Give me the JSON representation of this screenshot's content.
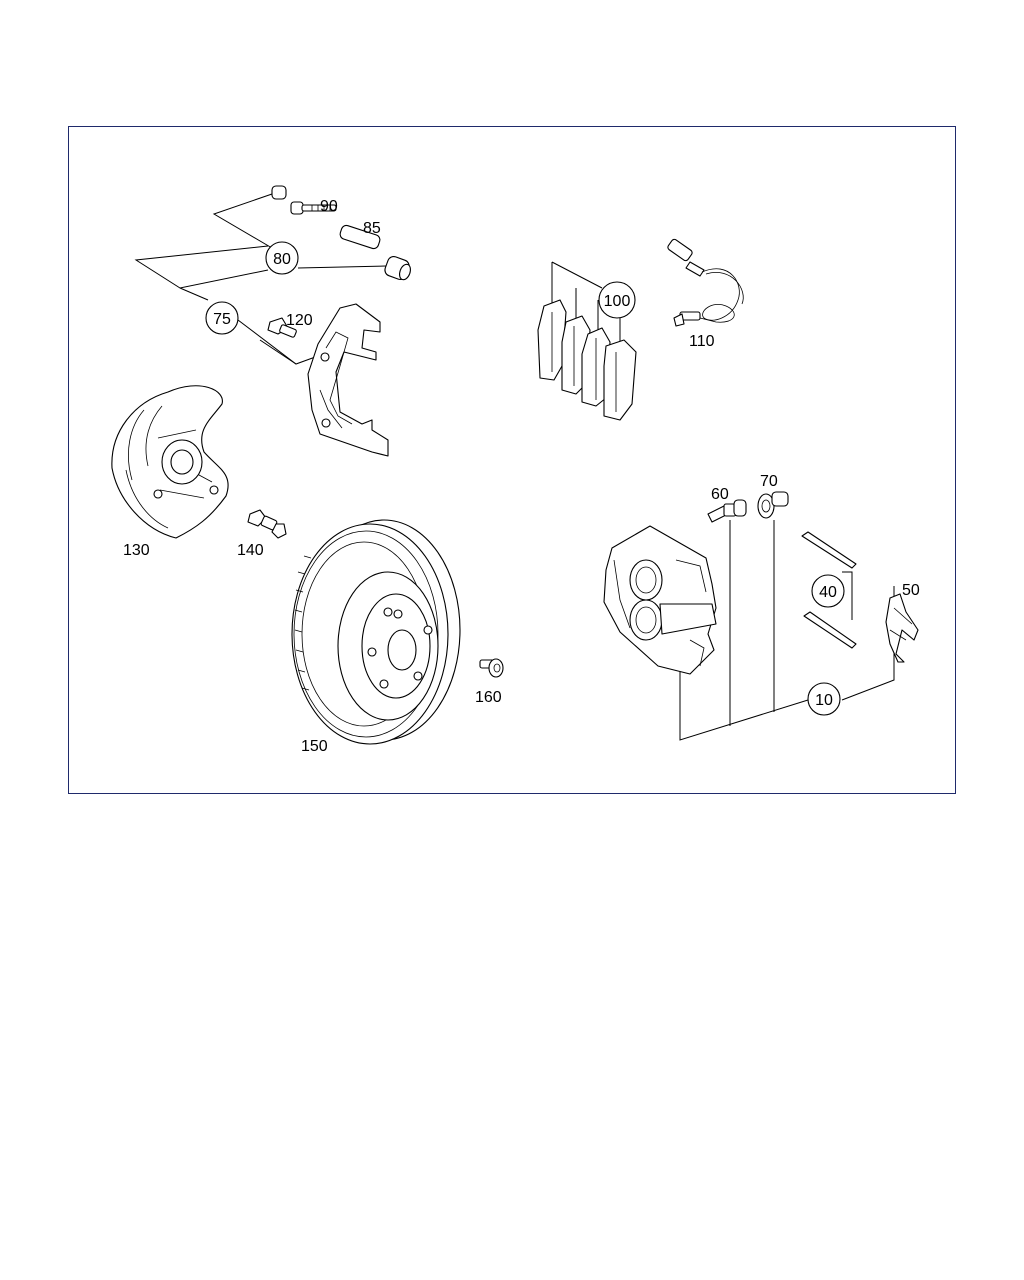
{
  "diagram": {
    "callouts": {
      "c10": "10",
      "c40": "40",
      "c50": "50",
      "c60": "60",
      "c70": "70",
      "c75": "75",
      "c80": "80",
      "c85": "85",
      "c90": "90",
      "c100": "100",
      "c110": "110",
      "c120": "120",
      "c130": "130",
      "c140": "140",
      "c150": "150",
      "c160": "160"
    },
    "circled": [
      "10",
      "40",
      "75",
      "80",
      "100"
    ],
    "parts": [
      "guide-pin-cap",
      "guide-pin-bolt",
      "guide-sleeve",
      "guide-bushing",
      "caliper-bracket",
      "bracket-bolt",
      "dust-shield",
      "shield-bolt",
      "brake-disc",
      "disc-screw",
      "brake-pads",
      "wear-sensor",
      "brake-caliper",
      "bleeder-valve",
      "bleeder-cap",
      "pad-retaining-pins",
      "anti-rattle-spring"
    ]
  }
}
